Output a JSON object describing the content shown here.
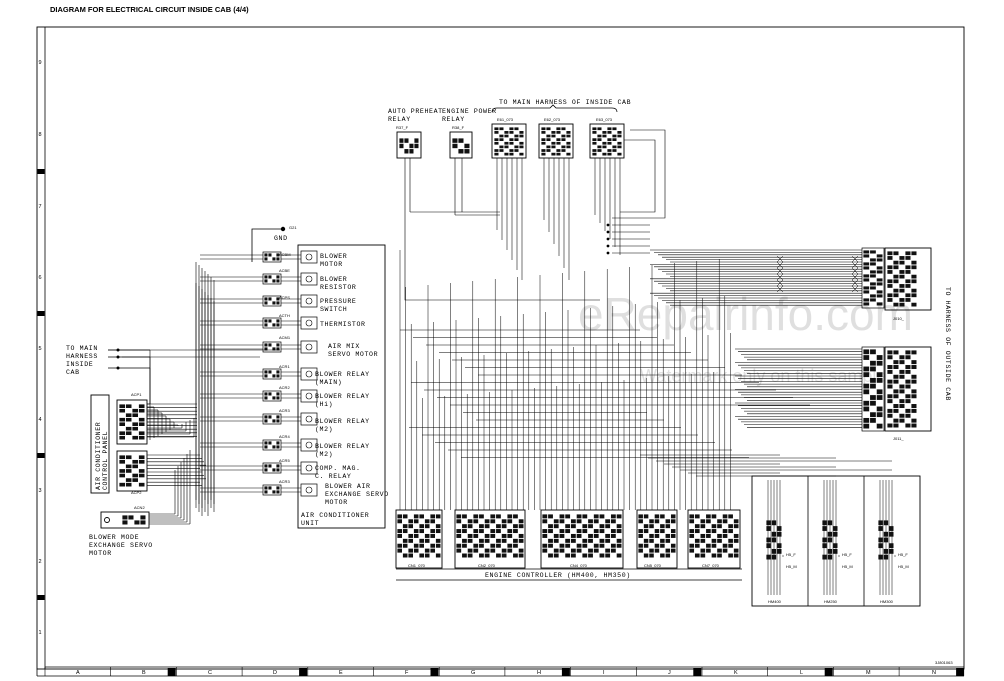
{
  "title": "DIAGRAM FOR ELECTRICAL CIRCUIT INSIDE CAB (4/4)",
  "row_labels": [
    "9",
    "8",
    "7",
    "6",
    "5",
    "4",
    "3",
    "2",
    "1"
  ],
  "col_labels": [
    "A",
    "B",
    "C",
    "D",
    "E",
    "F",
    "G",
    "H",
    "I",
    "J",
    "K",
    "L",
    "M",
    "N"
  ],
  "doc_code": "3J801063",
  "top_labels": {
    "auto_preheat_relay_1": "AUTO PREHEAT",
    "auto_preheat_relay_2": "RELAY",
    "engine_power_relay_1": "ENGINE POWER",
    "engine_power_relay_2": "RELAY",
    "main_harness_top": "TO MAIN HARNESS OF INSIDE CAB",
    "r37": "R37_F",
    "r38": "R38_F",
    "e61": "E61_073",
    "e62": "E62_073",
    "e63": "E63_073"
  },
  "gnd": {
    "code": "G21",
    "label": "GND"
  },
  "left_labels": {
    "main_harness_1": "TO MAIN",
    "main_harness_2": "HARNESS",
    "main_harness_3": "INSIDE",
    "main_harness_4": "CAB",
    "acp1": "ACP1",
    "acp2": "ACP2",
    "acn2": "ACN2",
    "ac_panel_1": "AIR CONDITIONER",
    "ac_panel_2": "CONTROL PANEL",
    "blower_mode_1": "BLOWER MODE",
    "blower_mode_2": "EXCHANGE SERVO",
    "blower_mode_3": "MOTOR"
  },
  "ac_unit": {
    "components": [
      {
        "code": "ACBM",
        "l1": "BLOWER",
        "l2": "MOTOR"
      },
      {
        "code": "ACBE",
        "l1": "BLOWER",
        "l2": "RESISTOR"
      },
      {
        "code": "ACPS",
        "l1": "PRESSURE",
        "l2": "SWITCH"
      },
      {
        "code": "ACTH",
        "l1": "THERMISTOR",
        "l2": ""
      },
      {
        "code": "ACM1",
        "l1": "AIR MIX",
        "l2": "SERVO MOTOR"
      },
      {
        "code": "ACR1",
        "l1": "BLOWER RELAY",
        "l2": "(MAIN)"
      },
      {
        "code": "ACR2",
        "l1": "BLOWER RELAY",
        "l2": "(Hi)"
      },
      {
        "code": "ACR3",
        "l1": "BLOWER RELAY",
        "l2": "(M2)"
      },
      {
        "code": "ACR4",
        "l1": "BLOWER RELAY",
        "l2": "(M2)"
      },
      {
        "code": "ACR5",
        "l1": "COMP. MAG.",
        "l2": "C. RELAY"
      },
      {
        "code": "ACR3",
        "l1": "BLOWER AIR",
        "l2": "EXCHANGE SERVO"
      }
    ],
    "extra_line": "MOTOR",
    "unit_1": "AIR CONDITIONER",
    "unit_2": "UNIT"
  },
  "right_labels": {
    "outside_cab": "TO HARNESS OF OUTSIDE CAB",
    "j010": "J010_",
    "j011": "J011_"
  },
  "engine_controller": {
    "connectors": [
      "CN1_070",
      "CN2_070",
      "CN4_070",
      "CN5_070",
      "CN7_070"
    ],
    "label": "ENGINE CONTROLLER (HM400, HM350)"
  },
  "variants": [
    {
      "name": "HM400",
      "t1": "H5_F",
      "t2": "H5_M"
    },
    {
      "name": "HM250",
      "t1": "H5_F",
      "t2": "H5_M"
    },
    {
      "name": "HM300",
      "t1": "H5_F",
      "t2": "H5_M"
    }
  ],
  "watermark": {
    "main": "eRepairinfo.com",
    "sub": "Watermark only on this sample"
  }
}
